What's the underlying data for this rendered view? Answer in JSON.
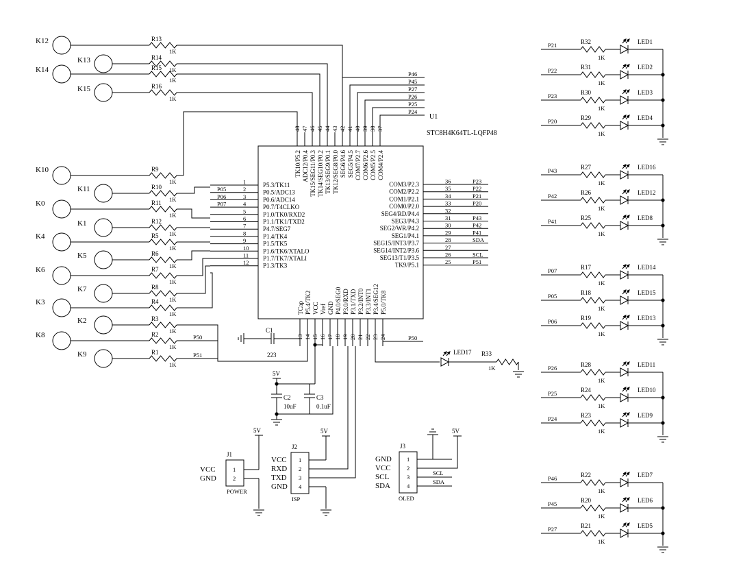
{
  "chip": {
    "ref": "U1",
    "part": "STC8H4K64TL-LQFP48",
    "left": [
      {
        "n": "1",
        "label": "P5.3/TK11",
        "net": ""
      },
      {
        "n": "2",
        "label": "P0.5/ADC13",
        "net": "P05"
      },
      {
        "n": "3",
        "label": "P0.6/ADC14",
        "net": "P06"
      },
      {
        "n": "4",
        "label": "P0.7/T4CLKO",
        "net": "P07"
      },
      {
        "n": "5",
        "label": "P1.0/TK0/RXD2",
        "net": ""
      },
      {
        "n": "6",
        "label": "P1.1/TK1/TXD2",
        "net": ""
      },
      {
        "n": "7",
        "label": "P4.7/SEG7",
        "net": ""
      },
      {
        "n": "8",
        "label": "P1.4/TK4",
        "net": ""
      },
      {
        "n": "9",
        "label": "P1.5/TK5",
        "net": ""
      },
      {
        "n": "10",
        "label": "P1.6/TK6/XTALO",
        "net": ""
      },
      {
        "n": "11",
        "label": "P1.7/TK7/XTALI",
        "net": ""
      },
      {
        "n": "12",
        "label": "P1.3/TK3",
        "net": ""
      }
    ],
    "right": [
      {
        "n": "36",
        "label": "COM3/P2.3",
        "net": "P23"
      },
      {
        "n": "35",
        "label": "COM2/P2.2",
        "net": "P22"
      },
      {
        "n": "34",
        "label": "COM1/P2.1",
        "net": "P21"
      },
      {
        "n": "33",
        "label": "COM0/P2.0",
        "net": "P20"
      },
      {
        "n": "32",
        "label": "SEG4/RD/P4.4",
        "net": ""
      },
      {
        "n": "31",
        "label": "SEG3/P4.3",
        "net": "P43"
      },
      {
        "n": "30",
        "label": "SEG2/WR/P4.2",
        "net": "P42"
      },
      {
        "n": "29",
        "label": "SEG1/P4.1",
        "net": "P41"
      },
      {
        "n": "28",
        "label": "SEG15/INT3/P3.7",
        "net": "SDA"
      },
      {
        "n": "27",
        "label": "SEG14/INT2/P3.6",
        "net": ""
      },
      {
        "n": "26",
        "label": "SEG13/T1/P3.5",
        "net": "SCL"
      },
      {
        "n": "25",
        "label": "TK9/P5.1",
        "net": "P51"
      }
    ],
    "top": [
      {
        "n": "48",
        "label": "TK10/P5.2"
      },
      {
        "n": "47",
        "label": "ADC12/P0.4"
      },
      {
        "n": "46",
        "label": "TK15/SEG11/P0.3"
      },
      {
        "n": "45",
        "label": "TK14/SEG10/P0.2"
      },
      {
        "n": "44",
        "label": "TK13/SEG9/P0.1"
      },
      {
        "n": "43",
        "label": "TK12/SEG8/P0.0"
      },
      {
        "n": "42",
        "label": "SEG6/P4.6"
      },
      {
        "n": "41",
        "label": "SEG5/P4.5"
      },
      {
        "n": "40",
        "label": "COM7/P2.7"
      },
      {
        "n": "39",
        "label": "COM6/P2.6"
      },
      {
        "n": "38",
        "label": "COM5/P2.5"
      },
      {
        "n": "37",
        "label": "COM4/P2.4"
      }
    ],
    "bottom": [
      {
        "n": "13",
        "label": "TCap"
      },
      {
        "n": "14",
        "label": "P5.4/TK2"
      },
      {
        "n": "15",
        "label": "VCC"
      },
      {
        "n": "16",
        "label": "Vref"
      },
      {
        "n": "17",
        "label": "GND"
      },
      {
        "n": "18",
        "label": "P4.0/SEG0"
      },
      {
        "n": "19",
        "label": "P3.0/RXD"
      },
      {
        "n": "20",
        "label": "P3.1/TXD"
      },
      {
        "n": "21",
        "label": "P3.2/INT0"
      },
      {
        "n": "22",
        "label": "P3.3/INT1"
      },
      {
        "n": "23",
        "label": "P3.4/SEG12"
      },
      {
        "n": "24",
        "label": "P5.0/TK8"
      }
    ],
    "top_nets": [
      "P46",
      "P45",
      "P27",
      "P26",
      "P25",
      "P24"
    ],
    "bottom_net_p50": "P50"
  },
  "keys_top": [
    {
      "key": "K12",
      "res": "R13",
      "val": "1K"
    },
    {
      "key": "K13",
      "res": "R14",
      "val": "1K"
    },
    {
      "key": "K14",
      "res": "R15",
      "val": "1K"
    },
    {
      "key": "K15",
      "res": "R16",
      "val": "1K"
    }
  ],
  "keys_left": [
    {
      "key": "K10",
      "res": "R9",
      "val": "1K"
    },
    {
      "key": "K11",
      "res": "R10",
      "val": "1K"
    },
    {
      "key": "K0",
      "res": "R11",
      "val": "1K"
    },
    {
      "key": "K1",
      "res": "R12",
      "val": "1K"
    },
    {
      "key": "K4",
      "res": "R5",
      "val": "1K"
    },
    {
      "key": "K5",
      "res": "R6",
      "val": "1K"
    },
    {
      "key": "K6",
      "res": "R7",
      "val": "1K"
    },
    {
      "key": "K7",
      "res": "R8",
      "val": "1K"
    },
    {
      "key": "K3",
      "res": "R4",
      "val": "1K"
    },
    {
      "key": "K2",
      "res": "R3",
      "val": "1K"
    },
    {
      "key": "K8",
      "res": "R2",
      "val": "1K",
      "net": "P50"
    },
    {
      "key": "K9",
      "res": "R1",
      "val": "1K",
      "net": "P51"
    }
  ],
  "led_groups": [
    [
      {
        "net": "P21",
        "res": "R32",
        "val": "1K",
        "led": "LED1"
      },
      {
        "net": "P22",
        "res": "R31",
        "val": "1K",
        "led": "LED2"
      },
      {
        "net": "P23",
        "res": "R30",
        "val": "1K",
        "led": "LED3"
      },
      {
        "net": "P20",
        "res": "R29",
        "val": "1K",
        "led": "LED4"
      }
    ],
    [
      {
        "net": "P43",
        "res": "R27",
        "val": "1K",
        "led": "LED16"
      },
      {
        "net": "P42",
        "res": "R26",
        "val": "1K",
        "led": "LED12"
      },
      {
        "net": "P41",
        "res": "R25",
        "val": "1K",
        "led": "LED8"
      }
    ],
    [
      {
        "net": "P07",
        "res": "R17",
        "val": "1K",
        "led": "LED14"
      },
      {
        "net": "P05",
        "res": "R18",
        "val": "1K",
        "led": "LED15"
      },
      {
        "net": "P06",
        "res": "R19",
        "val": "1K",
        "led": "LED13"
      }
    ],
    [
      {
        "net": "P26",
        "res": "R28",
        "val": "1K",
        "led": "LED11"
      },
      {
        "net": "P25",
        "res": "R24",
        "val": "1K",
        "led": "LED10"
      },
      {
        "net": "P24",
        "res": "R23",
        "val": "1K",
        "led": "LED9"
      }
    ],
    [
      {
        "net": "P46",
        "res": "R22",
        "val": "1K",
        "led": "LED7"
      },
      {
        "net": "P45",
        "res": "R20",
        "val": "1K",
        "led": "LED6"
      },
      {
        "net": "P27",
        "res": "R21",
        "val": "1K",
        "led": "LED5"
      }
    ]
  ],
  "led17": {
    "led": "LED17",
    "res": "R33",
    "val": "1K"
  },
  "caps": {
    "c1": {
      "ref": "C1",
      "val": "223"
    },
    "c2": {
      "ref": "C2",
      "val": "10uF"
    },
    "c3": {
      "ref": "C3",
      "val": "0.1uF"
    },
    "vcc_label": "5V"
  },
  "j1": {
    "ref": "J1",
    "name": "POWER",
    "power": "5V",
    "pins": [
      "1",
      "2"
    ],
    "signals": [
      "VCC",
      "GND"
    ]
  },
  "j2": {
    "ref": "J2",
    "name": "ISP",
    "power": "5V",
    "pins": [
      "1",
      "2",
      "3",
      "4"
    ],
    "signals": [
      "VCC",
      "RXD",
      "TXD",
      "GND"
    ]
  },
  "j3": {
    "ref": "J3",
    "name": "OLED",
    "power": "5V",
    "pins": [
      "1",
      "2",
      "3",
      "4"
    ],
    "signals": [
      "GND",
      "VCC",
      "SCL",
      "SDA"
    ],
    "nets": [
      "SCL",
      "SDA"
    ]
  }
}
